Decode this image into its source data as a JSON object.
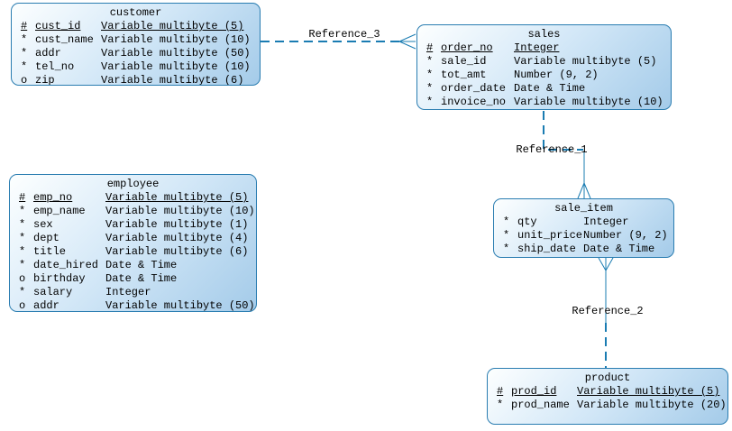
{
  "accent_color": "#1a7cb2",
  "entity_border_color": "#2a7db1",
  "entity_fill_start": "#fdffff",
  "entity_fill_end": "#a4cbe9",
  "entities": {
    "customer": {
      "title": "customer",
      "columns": [
        {
          "flag": "#",
          "name": "cust_id",
          "type": "Variable multibyte (5)"
        },
        {
          "flag": "*",
          "name": "cust_name",
          "type": "Variable multibyte (10)"
        },
        {
          "flag": "*",
          "name": "addr",
          "type": "Variable multibyte (50)"
        },
        {
          "flag": "*",
          "name": "tel_no",
          "type": "Variable multibyte (10)"
        },
        {
          "flag": "o",
          "name": "zip",
          "type": "Variable multibyte (6)"
        }
      ]
    },
    "sales": {
      "title": "sales",
      "columns": [
        {
          "flag": "#",
          "name": "order_no",
          "type": "Integer"
        },
        {
          "flag": "*",
          "name": "sale_id",
          "type": "Variable multibyte (5)"
        },
        {
          "flag": "*",
          "name": "tot_amt",
          "type": "Number (9, 2)"
        },
        {
          "flag": "*",
          "name": "order_date",
          "type": "Date & Time"
        },
        {
          "flag": "*",
          "name": "invoice_no",
          "type": "Variable multibyte (10)"
        }
      ]
    },
    "employee": {
      "title": "employee",
      "columns": [
        {
          "flag": "#",
          "name": "emp_no",
          "type": "Variable multibyte (5)"
        },
        {
          "flag": "*",
          "name": "emp_name",
          "type": "Variable multibyte (10)"
        },
        {
          "flag": "*",
          "name": "sex",
          "type": "Variable multibyte (1)"
        },
        {
          "flag": "*",
          "name": "dept",
          "type": "Variable multibyte (4)"
        },
        {
          "flag": "*",
          "name": "title",
          "type": "Variable multibyte (6)"
        },
        {
          "flag": "*",
          "name": "date_hired",
          "type": "Date & Time"
        },
        {
          "flag": "o",
          "name": "birthday",
          "type": "Date & Time"
        },
        {
          "flag": "*",
          "name": "salary",
          "type": "Integer"
        },
        {
          "flag": "o",
          "name": "addr",
          "type": "Variable multibyte (50)"
        }
      ]
    },
    "sale_item": {
      "title": "sale_item",
      "columns": [
        {
          "flag": "*",
          "name": "qty",
          "type": "Integer"
        },
        {
          "flag": "*",
          "name": "unit_price",
          "type": "Number (9, 2)"
        },
        {
          "flag": "*",
          "name": "ship_date",
          "type": "Date & Time"
        }
      ]
    },
    "product": {
      "title": "product",
      "columns": [
        {
          "flag": "#",
          "name": "prod_id",
          "type": "Variable multibyte (5)"
        },
        {
          "flag": "*",
          "name": "prod_name",
          "type": "Variable multibyte (20)"
        }
      ]
    }
  },
  "references": {
    "reference_1": {
      "label": "Reference_1"
    },
    "reference_2": {
      "label": "Reference_2"
    },
    "reference_3": {
      "label": "Reference_3"
    }
  }
}
